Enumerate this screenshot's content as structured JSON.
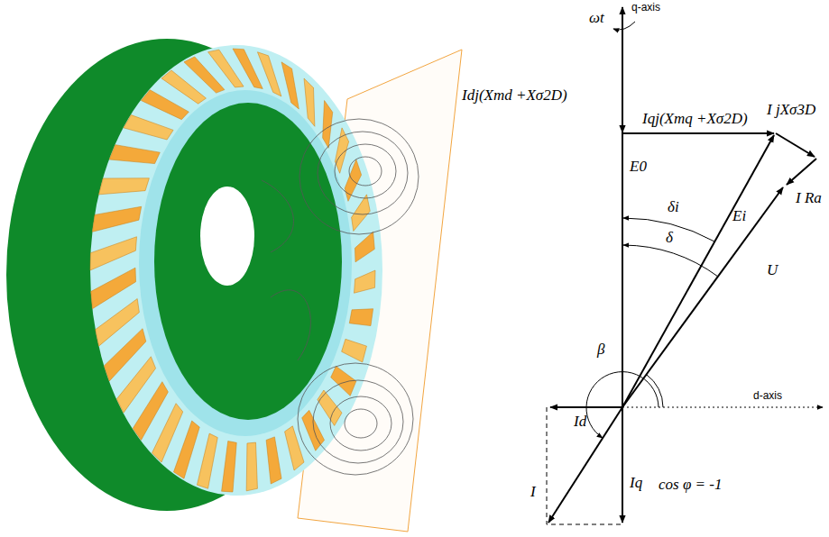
{
  "diagram": {
    "labels": [
      "ωt",
      "q-axis",
      "Idj(Xmd +Xσ2D)",
      "Iqj(Xmq +Xσ2D)",
      "I jXσ3D",
      "E0",
      "I Ra",
      "Ei",
      "δi",
      "δ",
      "U",
      "β",
      "d-axis",
      "Id",
      "Iq",
      "I",
      "cos φ = -1"
    ]
  }
}
